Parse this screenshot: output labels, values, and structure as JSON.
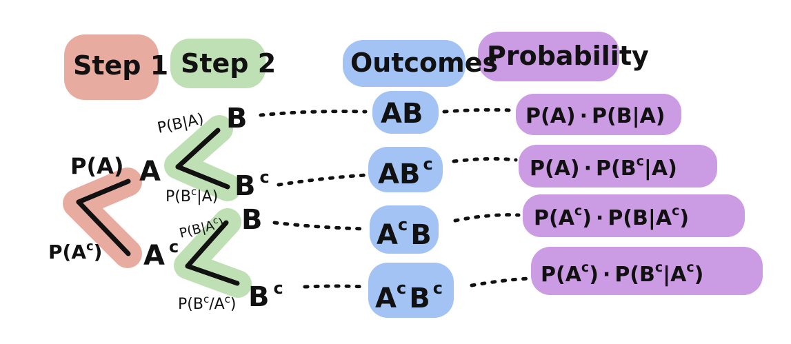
{
  "headers": {
    "step1": "Step 1",
    "step2": "Step 2",
    "outcomes": "Outcomes",
    "probability": "Probability"
  },
  "step1": {
    "top_node": "A",
    "bottom_node": "A",
    "bottom_node_sup": "c",
    "top_label": "P(A)",
    "bottom_label": "P(A",
    "bottom_label_sup": "c",
    "bottom_label_close": ")"
  },
  "step2": {
    "upper": {
      "top_node": "B",
      "bottom_node": "B",
      "bottom_node_sup": "c",
      "top_label": "P(B|A)",
      "bottom_label": "P(B",
      "bottom_label_sup": "c",
      "bottom_label_close": "|A)"
    },
    "lower": {
      "top_node": "B",
      "bottom_node": "B",
      "bottom_node_sup": "c",
      "top_label": "P(B|A",
      "top_label_sup": "c",
      "top_label_close": ")",
      "bottom_label": "P(B",
      "bottom_label_sup": "c",
      "bottom_label_close": "/A",
      "bottom_label_sup2": "c",
      "bottom_label_close2": ")"
    }
  },
  "outcomes": {
    "o1": {
      "a": "A",
      "b": "B"
    },
    "o2": {
      "a": "A",
      "b": "B",
      "b_sup": "c"
    },
    "o3": {
      "a": "A",
      "a_sup": "c",
      "b": "B"
    },
    "o4": {
      "a": "A",
      "a_sup": "c",
      "b": "B",
      "b_sup": "c"
    }
  },
  "probabilities": {
    "p1": {
      "left": "P(A)",
      "dot": "·",
      "right": "P(B|A)"
    },
    "p2": {
      "left": "P(A)",
      "dot": "·",
      "right_a": "P(B",
      "right_sup": "c",
      "right_b": "|A)"
    },
    "p3": {
      "left_a": "P(A",
      "left_sup": "c",
      "left_b": ")",
      "dot": "·",
      "right_a": "P(B|A",
      "right_sup": "c",
      "right_b": ")"
    },
    "p4": {
      "left_a": "P(A",
      "left_sup": "c",
      "left_b": ")",
      "dot": "·",
      "right_a": "P(B",
      "right_sup": "c",
      "right_b": "|A",
      "right_sup2": "c",
      "right_c": ")"
    }
  },
  "colors": {
    "step1_highlight": "#e8aba0",
    "step2_highlight": "#bfe0b4",
    "outcomes_highlight": "#a3c3f4",
    "probability_highlight": "#cb9be3",
    "ink": "#111111"
  }
}
